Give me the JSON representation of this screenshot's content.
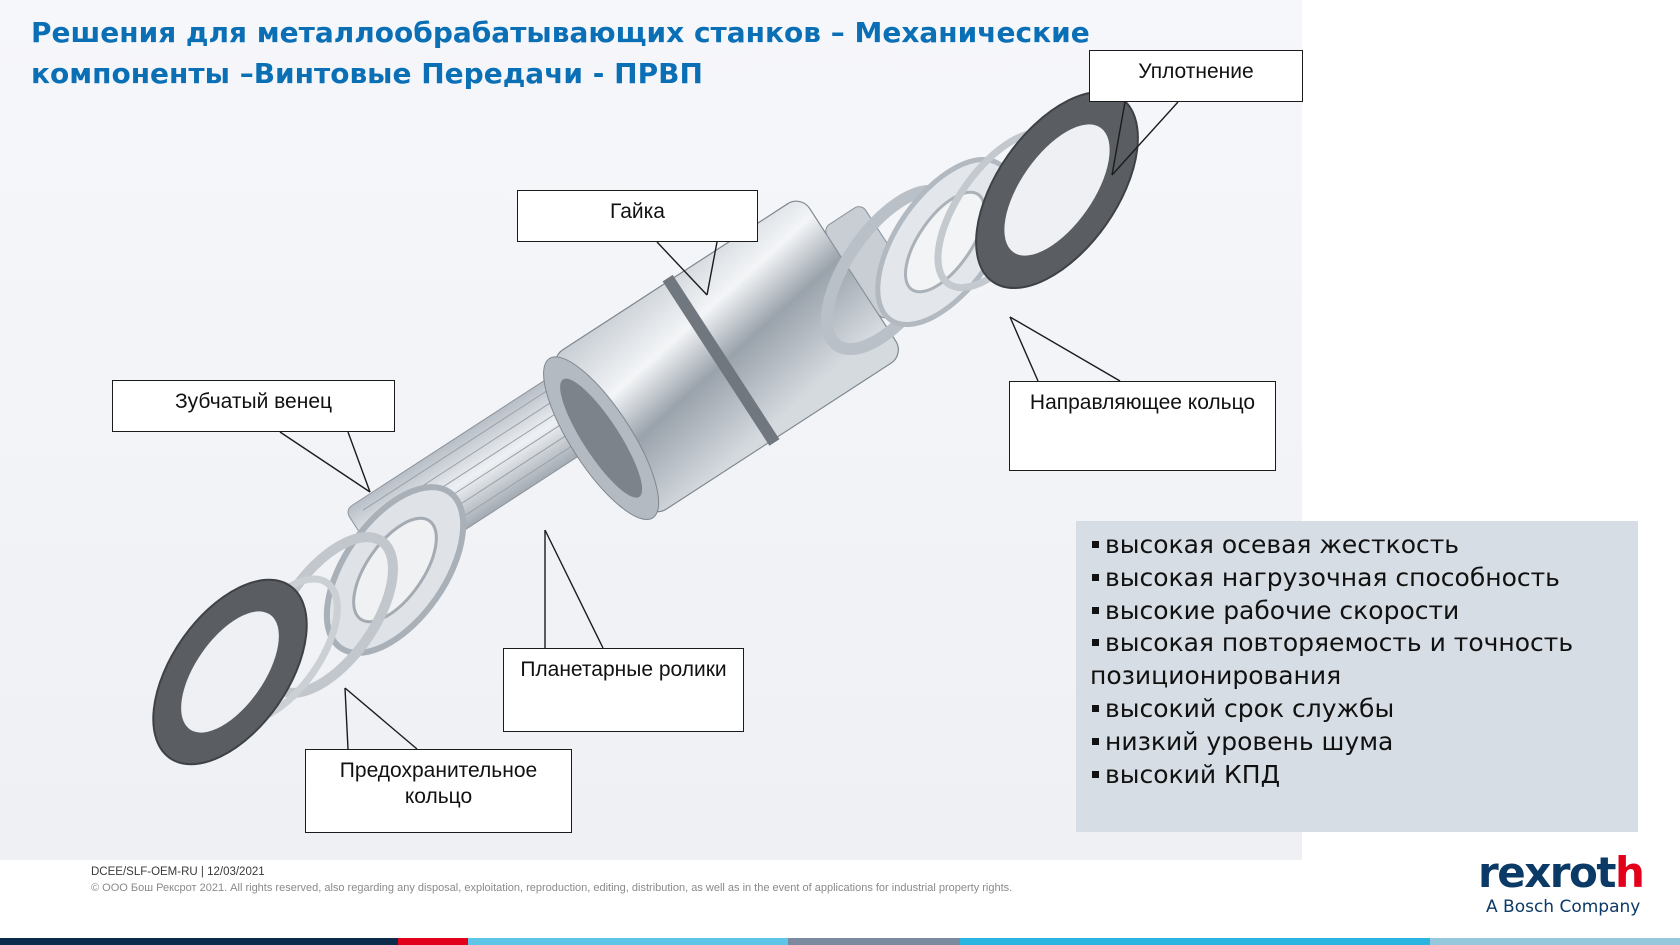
{
  "title": {
    "line1": "Решения для металлообрабатывающих станков – Механические",
    "line2": "компоненты –Винтовые Передачи - ПРВП"
  },
  "callouts": {
    "seal": "Уплотнение",
    "nut": "Гайка",
    "ring_gear": "Зубчатый венец",
    "guide_ring": "Направляющее кольцо",
    "planetary_rollers": "Планетарные ролики",
    "retaining_ring_line1": "Предохранительное",
    "retaining_ring_line2": "кольцо"
  },
  "features": [
    "высокая осевая жесткость",
    "высокая нагрузочная способность",
    "высокие рабочие скорости",
    "высокая повторяемость и точность",
    "позиционирования",
    "высокий срок службы",
    "низкий уровень шума",
    "высокий КПД"
  ],
  "footer": {
    "ref": "DCEE/SLF-OEM-RU | 12/03/2021",
    "copyright": "© ООО Бош Рексрот 2021. All rights reserved, also regarding any disposal, exploitation, reproduction, editing, distribution, as well as in the event of applications for industrial property rights."
  },
  "logo": {
    "word_main": "rexrot",
    "word_end": "h",
    "subtitle": "A Bosch Company"
  },
  "colors": {
    "title": "#0a6fb5",
    "logo": "#0c3a66",
    "logo_accent": "#e2001a",
    "feature_box": "#d6dde5",
    "stripe": [
      "#0c2a4a",
      "#e2001a",
      "#5ec4e8",
      "#8fdcec",
      "#7c8aa0",
      "#2ab4e0",
      "#95c8da"
    ]
  }
}
